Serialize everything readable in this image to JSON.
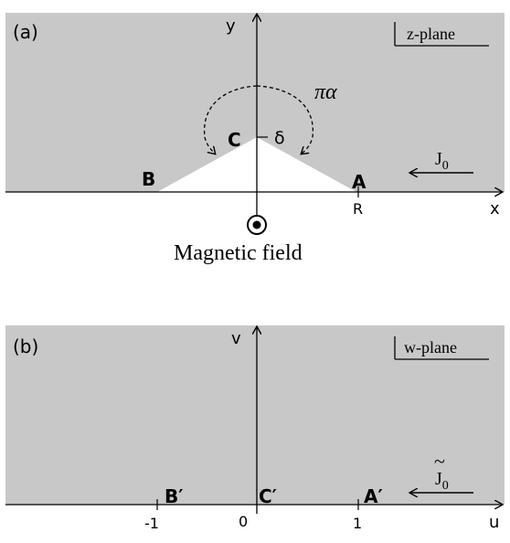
{
  "panel_a": {
    "label": "(a)",
    "plane_label": "z-plane",
    "axis_x": "x",
    "axis_y": "y",
    "point_A": "A",
    "point_B": "B",
    "point_C": "C",
    "delta": "δ",
    "angle": "πα",
    "R": "R",
    "current": "J",
    "current_sub": "0",
    "magnetic_caption": "Magnetic field"
  },
  "panel_b": {
    "label": "(b)",
    "plane_label": "w-plane",
    "axis_u": "u",
    "axis_v": "v",
    "point_A": "A′",
    "point_B": "B′",
    "point_C": "C′",
    "tick_neg1": "-1",
    "tick_0": "0",
    "tick_1": "1",
    "current": "J",
    "current_sub": "0",
    "tilde": "~"
  },
  "colors": {
    "fill": "#c8c8c8",
    "wedge": "#ffffff",
    "line": "#000000"
  }
}
